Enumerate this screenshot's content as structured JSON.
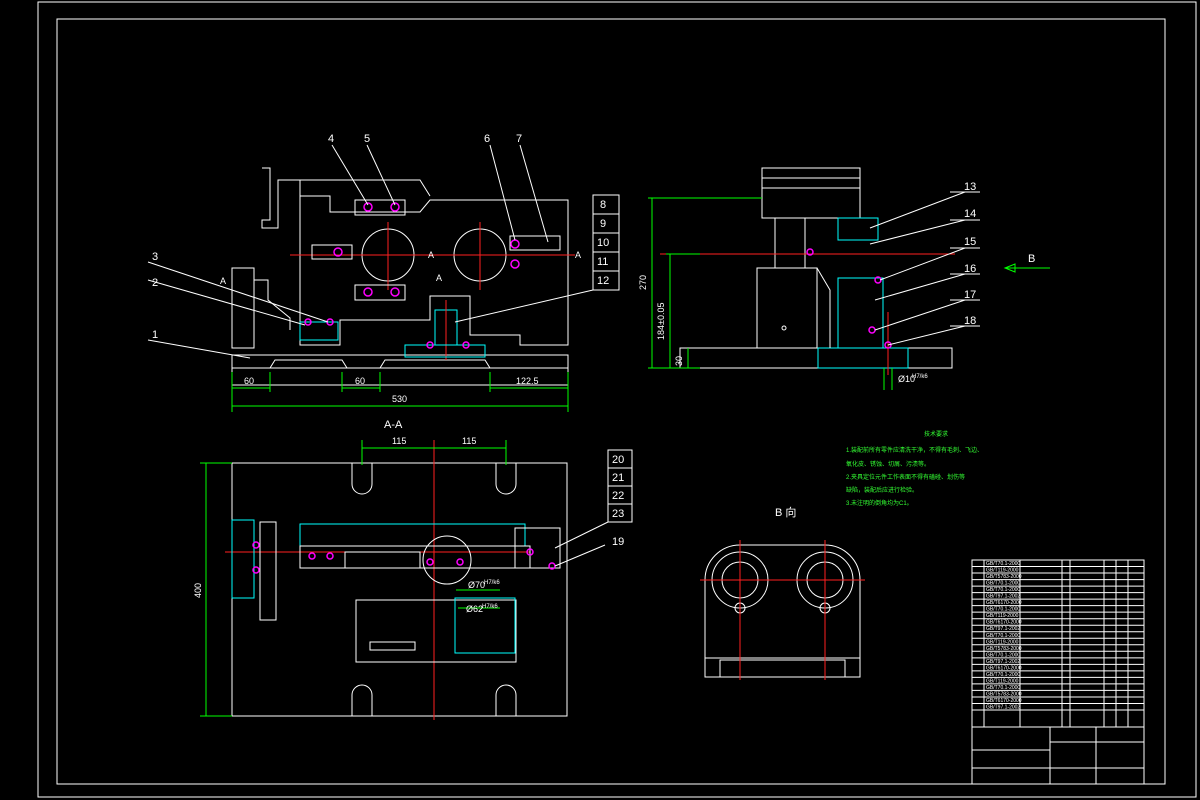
{
  "drawing": {
    "balloons": {
      "b1": "1",
      "b2": "2",
      "b3": "3",
      "b4": "4",
      "b5": "5",
      "b6": "6",
      "b7": "7",
      "b8": "8",
      "b9": "9",
      "b10": "10",
      "b11": "11",
      "b12": "12",
      "b13": "13",
      "b14": "14",
      "b15": "15",
      "b16": "16",
      "b17": "17",
      "b18": "18",
      "b19": "19",
      "b20": "20",
      "b21": "21",
      "b22": "22",
      "b23": "23"
    },
    "front_view": {
      "dim_60_left": "60",
      "dim_60_mid": "60",
      "dim_122_5": "122.5",
      "dim_530": "530",
      "section_mark_a_left": "A",
      "section_mark_a_right": "A",
      "section_mark_a_center": "A",
      "section_mark_a_lower": "A"
    },
    "section_view": {
      "title": "A-A",
      "dim_115_left": "115",
      "dim_115_right": "115",
      "dim_400": "400",
      "dia_70": "Ø70",
      "dia_70_fit": "H7/k6",
      "dia_62": "Ø62",
      "dia_62_fit": "H7/k6"
    },
    "side_view": {
      "dim_270": "270",
      "dim_184_5": "184±0.05",
      "dim_30": "30",
      "dim_dia_10": "Ø10",
      "dim_dia_10_fit": "H7/k6",
      "view_arrow_label": "B"
    },
    "view_b": {
      "title": "B 向"
    },
    "notes": {
      "title": "技术要求",
      "lines": [
        "1.装配前所有零件应清洗干净，不得有毛刺、飞边、",
        "氧化皮、锈蚀、切屑、污渍等。",
        "2.夹具定位元件工作表面不得有磕碰、划伤等",
        "缺陷，装配后应进行检验。",
        "3.未注明的倒角均为C1。"
      ]
    },
    "title_block": {
      "rows": [
        "GB/T70.1-2000",
        "GB/T119-2000",
        "GB/T5783-2000",
        "GB/T70.1-2000",
        "GB/T70.1-2000",
        "GB/T97.1-2002",
        "GB/T6170-2000",
        "GB/T70.1-2000",
        "GB/T119-2000",
        "GB/T6170-2000",
        "GB/T97.1-2002",
        "GB/T70.1-2000",
        "GB/T119-2000",
        "GB/T5783-2000",
        "GB/T70.1-2000",
        "GB/T97.1-2002",
        "GB/T6170-2000",
        "GB/T70.1-2000",
        "GB/T119-2000",
        "GB/T70.1-2000",
        "GB/T5783-2000",
        "GB/T6170-2000",
        "GB/T97.1-2002"
      ]
    }
  }
}
